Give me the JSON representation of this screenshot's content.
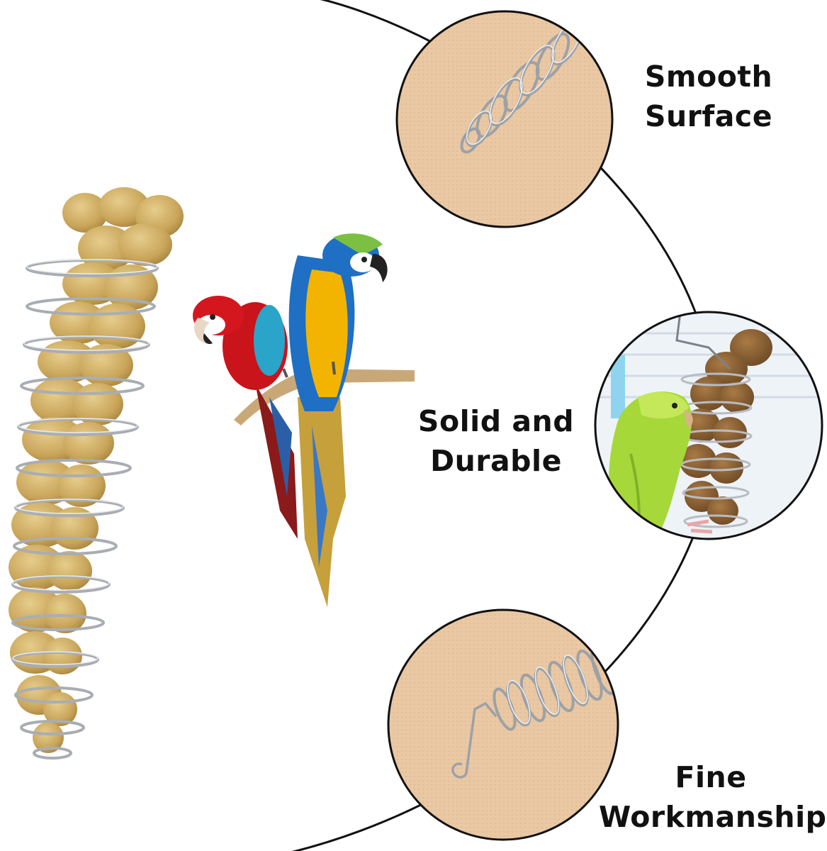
{
  "features": [
    {
      "line1": "Smooth",
      "line2": "Surface"
    },
    {
      "line1": "Solid and",
      "line2": "Durable"
    },
    {
      "line1": "Fine",
      "line2": "Workmanship"
    }
  ],
  "colors": {
    "background": "#ffffff",
    "arc": "#111111",
    "text": "#111111",
    "fabric": "#e9c8a3",
    "millet": "#c9a55a",
    "steel": "#a9adb3",
    "macaw_red": "#c8141a",
    "macaw_blue": "#1f6fc4",
    "macaw_yellow": "#f2b400",
    "budgie_green": "#a6d83a",
    "perch": "#c9a878"
  },
  "icons": [
    "millet-spray-feeder-illustration",
    "macaw-pair-illustration",
    "spring-closeup-icon",
    "budgie-feeding-icon",
    "spring-hook-closeup-icon"
  ]
}
